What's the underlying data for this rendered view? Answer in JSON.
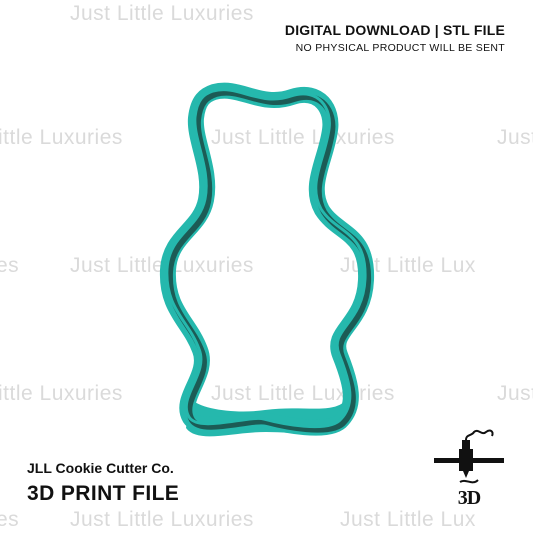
{
  "watermark": {
    "text": "Just Little Luxuries",
    "left_fragment": "ittle Luxuries",
    "edge_fragment": "Just",
    "end_fragment": "es",
    "end_mid_fragment": "Just Little Lux"
  },
  "header": {
    "title": "DIGITAL DOWNLOAD | STL FILE",
    "subtitle": "NO PHYSICAL PRODUCT WILL BE SENT"
  },
  "brand": {
    "company": "JLL Cookie Cutter Co.",
    "product": "3D PRINT FILE"
  },
  "icon": {
    "name": "3d-printer-icon",
    "badge": "3D"
  },
  "colors": {
    "cutter_teal": "#25b8ad",
    "cutter_dark": "#1c5b55",
    "text": "#111111",
    "watermark": "#d9d9d9"
  }
}
